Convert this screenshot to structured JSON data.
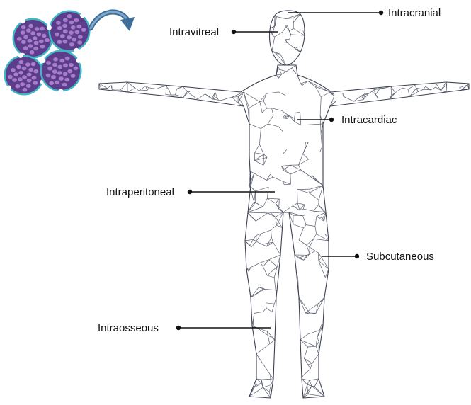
{
  "labels": {
    "intracranial": "Intracranial",
    "intravitreal": "Intravitreal",
    "intracardiac": "Intracardiac",
    "intraperitoneal": "Intraperitoneal",
    "subcutaneous": "Subcutaneous",
    "intraosseous": "Intraosseous"
  },
  "icons": {
    "cell_clusters": "tumor-spheroid-icon",
    "arrow": "curved-arrow-icon",
    "body": "wireframe-human-body"
  },
  "colors": {
    "spheroid_fill": "#5b3d8c",
    "spheroid_rim": "#3fb6c4",
    "cell_fill": "#a77cc9",
    "arrow": "#3f6f98",
    "mesh": "#5a5f6e",
    "text": "#111111"
  }
}
